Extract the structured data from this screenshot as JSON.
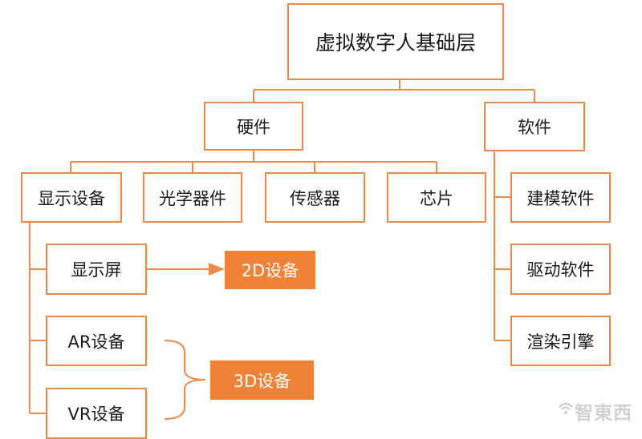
{
  "colors": {
    "accent": "#ef8236",
    "border": "#e8894a",
    "line": "#ec8a4c"
  },
  "root": {
    "label": "虚拟数字人基础层"
  },
  "level1": [
    {
      "label": "硬件"
    },
    {
      "label": "软件"
    }
  ],
  "hardware": [
    {
      "label": "显示设备"
    },
    {
      "label": "光学器件"
    },
    {
      "label": "传感器"
    },
    {
      "label": "芯片"
    }
  ],
  "display_devices": [
    {
      "label": "显示屏"
    },
    {
      "label": "AR设备"
    },
    {
      "label": "VR设备"
    }
  ],
  "outputs": [
    {
      "label": "2D设备"
    },
    {
      "label": "3D设备"
    }
  ],
  "software": [
    {
      "label": "建模软件"
    },
    {
      "label": "驱动软件"
    },
    {
      "label": "渲染引擎"
    }
  ],
  "watermark": {
    "text": "智東西",
    "icon": "wifi-signal-icon"
  }
}
